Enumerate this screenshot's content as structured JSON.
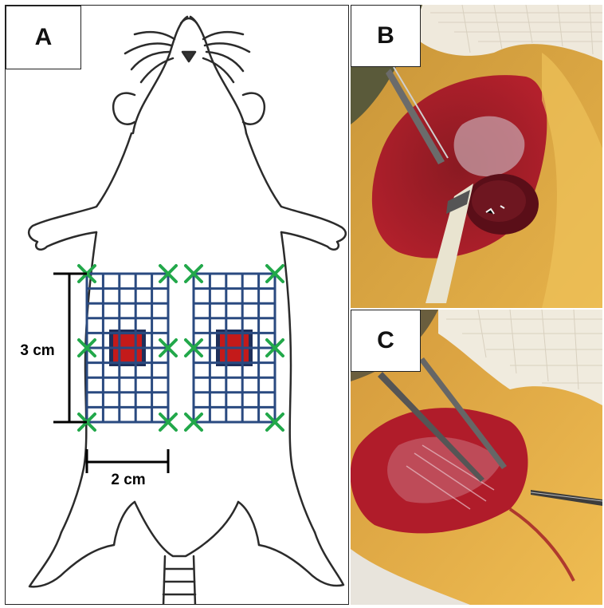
{
  "panels": {
    "a": {
      "label": "A"
    },
    "b": {
      "label": "B"
    },
    "c": {
      "label": "C"
    }
  },
  "dimensions": {
    "height": "3 cm",
    "width": "2 cm"
  },
  "colors": {
    "grid": "#2a4a80",
    "marker": "#22a84a",
    "defect": "#c41a1a",
    "skin": "#e8b048",
    "tissue": "#b01c2a",
    "gauze": "#f2efe6"
  }
}
